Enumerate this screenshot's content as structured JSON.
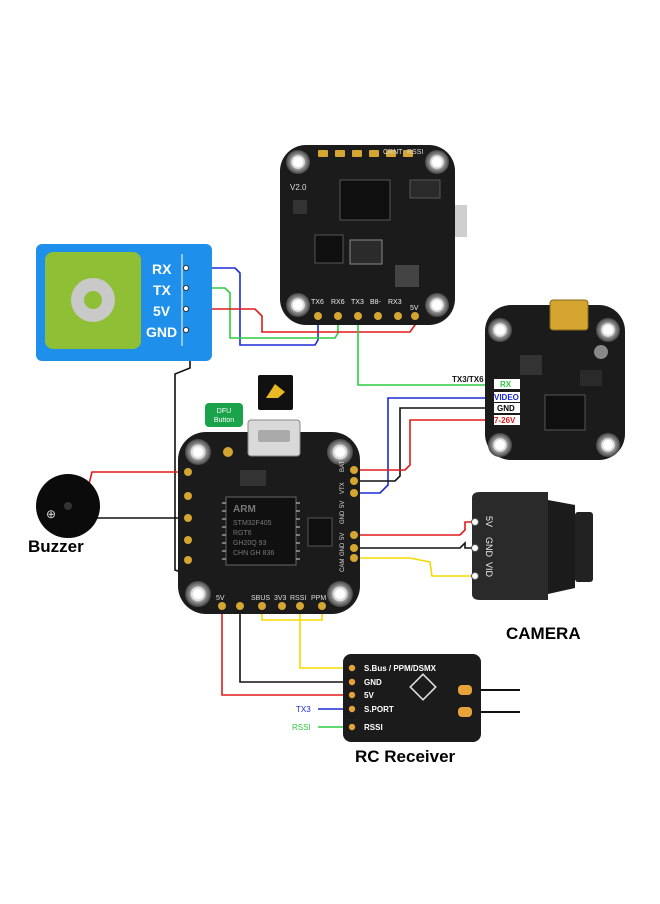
{
  "gps_module": {
    "pins": [
      "RX",
      "TX",
      "5V",
      "GND"
    ]
  },
  "osd_board": {
    "top_labels": [
      "CRNT",
      "RSSI"
    ],
    "version": "V2.0",
    "pad_labels": [
      "TX6",
      "RX6",
      "TX3",
      "B8-",
      "RX3",
      "5V"
    ]
  },
  "vtx": {
    "pins": [
      "RX",
      "VIDEO",
      "GND",
      "7-26V"
    ],
    "uart_label": "TX3/TX6",
    "pin_colors": [
      "#2ecc40",
      "#1a2bd6",
      "#000000",
      "#e01b1b"
    ]
  },
  "fc_board": {
    "dfu_label_line1": "DFU",
    "dfu_label_line2": "Button",
    "chip_brand": "ARM",
    "chip_text": [
      "STM32F405",
      "RGT6",
      "GH20Q 93",
      "CHN GH 836"
    ],
    "right_pads_top": [
      "BAT",
      "VTX",
      "5V",
      "GND"
    ],
    "right_pads_bottom": [
      "CAM",
      "5V",
      "GND"
    ],
    "bottom_pads": [
      "5V",
      "SBUS",
      "3V3",
      "RSSI",
      "PPM"
    ]
  },
  "buzzer": {
    "label": "Buzzer"
  },
  "camera": {
    "label": "CAMERA",
    "pins": [
      "5V",
      "GND",
      "VID"
    ]
  },
  "rc_receiver": {
    "title": "RC Receiver",
    "pins": [
      "S.Bus / PPM/DSMX",
      "GND",
      "5V",
      "S.PORT",
      "RSSI"
    ],
    "inputs": [
      "TX3",
      "RSSI"
    ]
  },
  "wire_colors": {
    "red": "#e01b1b",
    "green": "#2ecc40",
    "blue": "#1a2bd6",
    "yellow": "#f5d800",
    "black": "#111111"
  }
}
